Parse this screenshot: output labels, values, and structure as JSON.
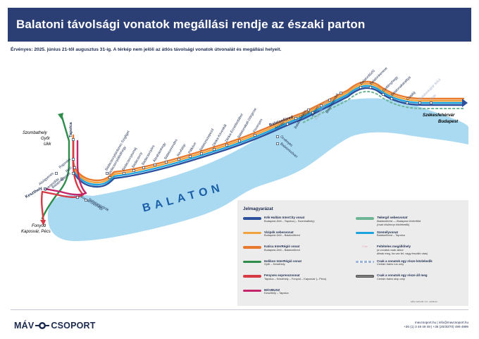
{
  "header": {
    "title": "Balatoni távolsági vonatok megállási rendje az északi parton",
    "subtitle": "Érvényes: 2025. június 21-től augusztus 31-ig. A térkép nem jelöli az átlós távolsági vonatok útvonalát és megállási helyeit."
  },
  "map": {
    "lake_name": "BALATON",
    "colors": {
      "lake": "#a9daf1",
      "kek_hullam": "#2c4f9e",
      "vizipok": "#f0a33c",
      "katica": "#e8792d",
      "helikon": "#2e8d4b",
      "fenyves": "#d83a45",
      "mavbusz": "#c4256b",
      "tekergo": "#6db595",
      "szemely": "#1aa3dc",
      "conditional": "#f2a7b6",
      "text": "#1b2a4e"
    },
    "destinations": {
      "northwest": [
        "Szombathely",
        "Győr",
        "Ukk"
      ],
      "southwest": [
        "Fonyód",
        "Kaposvár, Pécs"
      ],
      "east": [
        "Székesfehérvár",
        "Budapest"
      ]
    },
    "stations": [
      "Keszthely",
      "Gyenesdiás",
      "Alsógyenes",
      "Vonyarcvashegy",
      "Balatongyörök",
      "Balatonederics",
      "Rezi",
      "Raposka",
      "Tapolca",
      "Badacsonylábdihegy",
      "Badacsonytördemic-Szigliget",
      "Badacsonytomaj",
      "Badacsony",
      "Badacsonyörs",
      "Ábrahámhegy",
      "Balatonrendes",
      "Révfülöp",
      "Pálköve",
      "Balatonszepezd",
      "Zánka-Köveskál",
      "Zánka-Erzsébettábor",
      "Balatonakali-Dörgicse",
      "Fövenyes",
      "Örvényes",
      "Balatonudvari",
      "Aszófő",
      "Balatonfüred",
      "Csopak",
      "Balatonarács",
      "Alsóörs",
      "Káptalanfüred",
      "Balatonalmádi",
      "Balatonfűzfő",
      "Balatonkenese",
      "Csittényhegy",
      "Balatonakarattya",
      "Csajág",
      "Balatonkajtár felső",
      "Füle"
    ]
  },
  "legend": {
    "title": "Jelmagyarázat",
    "items": [
      {
        "name": "Kék Hullám InterCity vonat",
        "note": "Budapest-Déli – Tapolca (– Szombathely)",
        "color": "#2c4f9e",
        "style": "solid"
      },
      {
        "name": "Vizipók sebesvonat",
        "note": "Budapest-Déli – Balatonfüred",
        "color": "#f0a33c",
        "style": "solid"
      },
      {
        "name": "Katica InterRégió vonat",
        "note": "Budapest-Déli – Balatonfüred",
        "color": "#e8792d",
        "style": "solid"
      },
      {
        "name": "Helikon InterRégió vonat",
        "note": "Győr – Keszthely",
        "color": "#2e8d4b",
        "style": "solid"
      },
      {
        "name": "Fenyves expresszvonat",
        "note": "Tapolca – Keszthely – Fonyód – Kaposvár (– Pécs)",
        "color": "#d83a45",
        "style": "solid"
      },
      {
        "name": "MÁVBUSZ",
        "note": "Keszthely – Tapolca",
        "color": "#c4256b",
        "style": "solid"
      },
      {
        "name": "Tekergő sebesvonat",
        "note": "Balatonfüred — Budapest-Kelenföld\n(csak kisülmop közlekedik)",
        "color": "#6db595",
        "style": "solid",
        "italic": true
      },
      {
        "name": "Személyvonat",
        "note": "Balatonfüred – Tapolca",
        "color": "#1aa3dc",
        "style": "solid"
      },
      {
        "name": "Feltételes megállóhely",
        "note": "(a vonatok csak akkor\nállnak meg, ha van fel- vagy leszálló utas)",
        "color": "#f2a7b6",
        "style": "conditional",
        "swatch_label": "Füle"
      },
      {
        "name": "Csak a vonatok egy része közlekedik",
        "note": "Certain trains run only",
        "color": "#9db3db",
        "style": "partial"
      },
      {
        "name": "Csak a vonatok egy része áll meg",
        "note": "Certain trains stop only",
        "color": "#7d7d7d",
        "style": "stop"
      }
    ]
  },
  "footer": {
    "code": "MÁV-120/125 / 21 - 2048 A3",
    "logo_left": "MÁV",
    "logo_right": "CSOPORT",
    "website": "mavcsoport.hu | info@mavcsoport.hu",
    "phones": "+36 (1) 3 49 49 49 | +36 (20/30/70) 499 4999"
  }
}
